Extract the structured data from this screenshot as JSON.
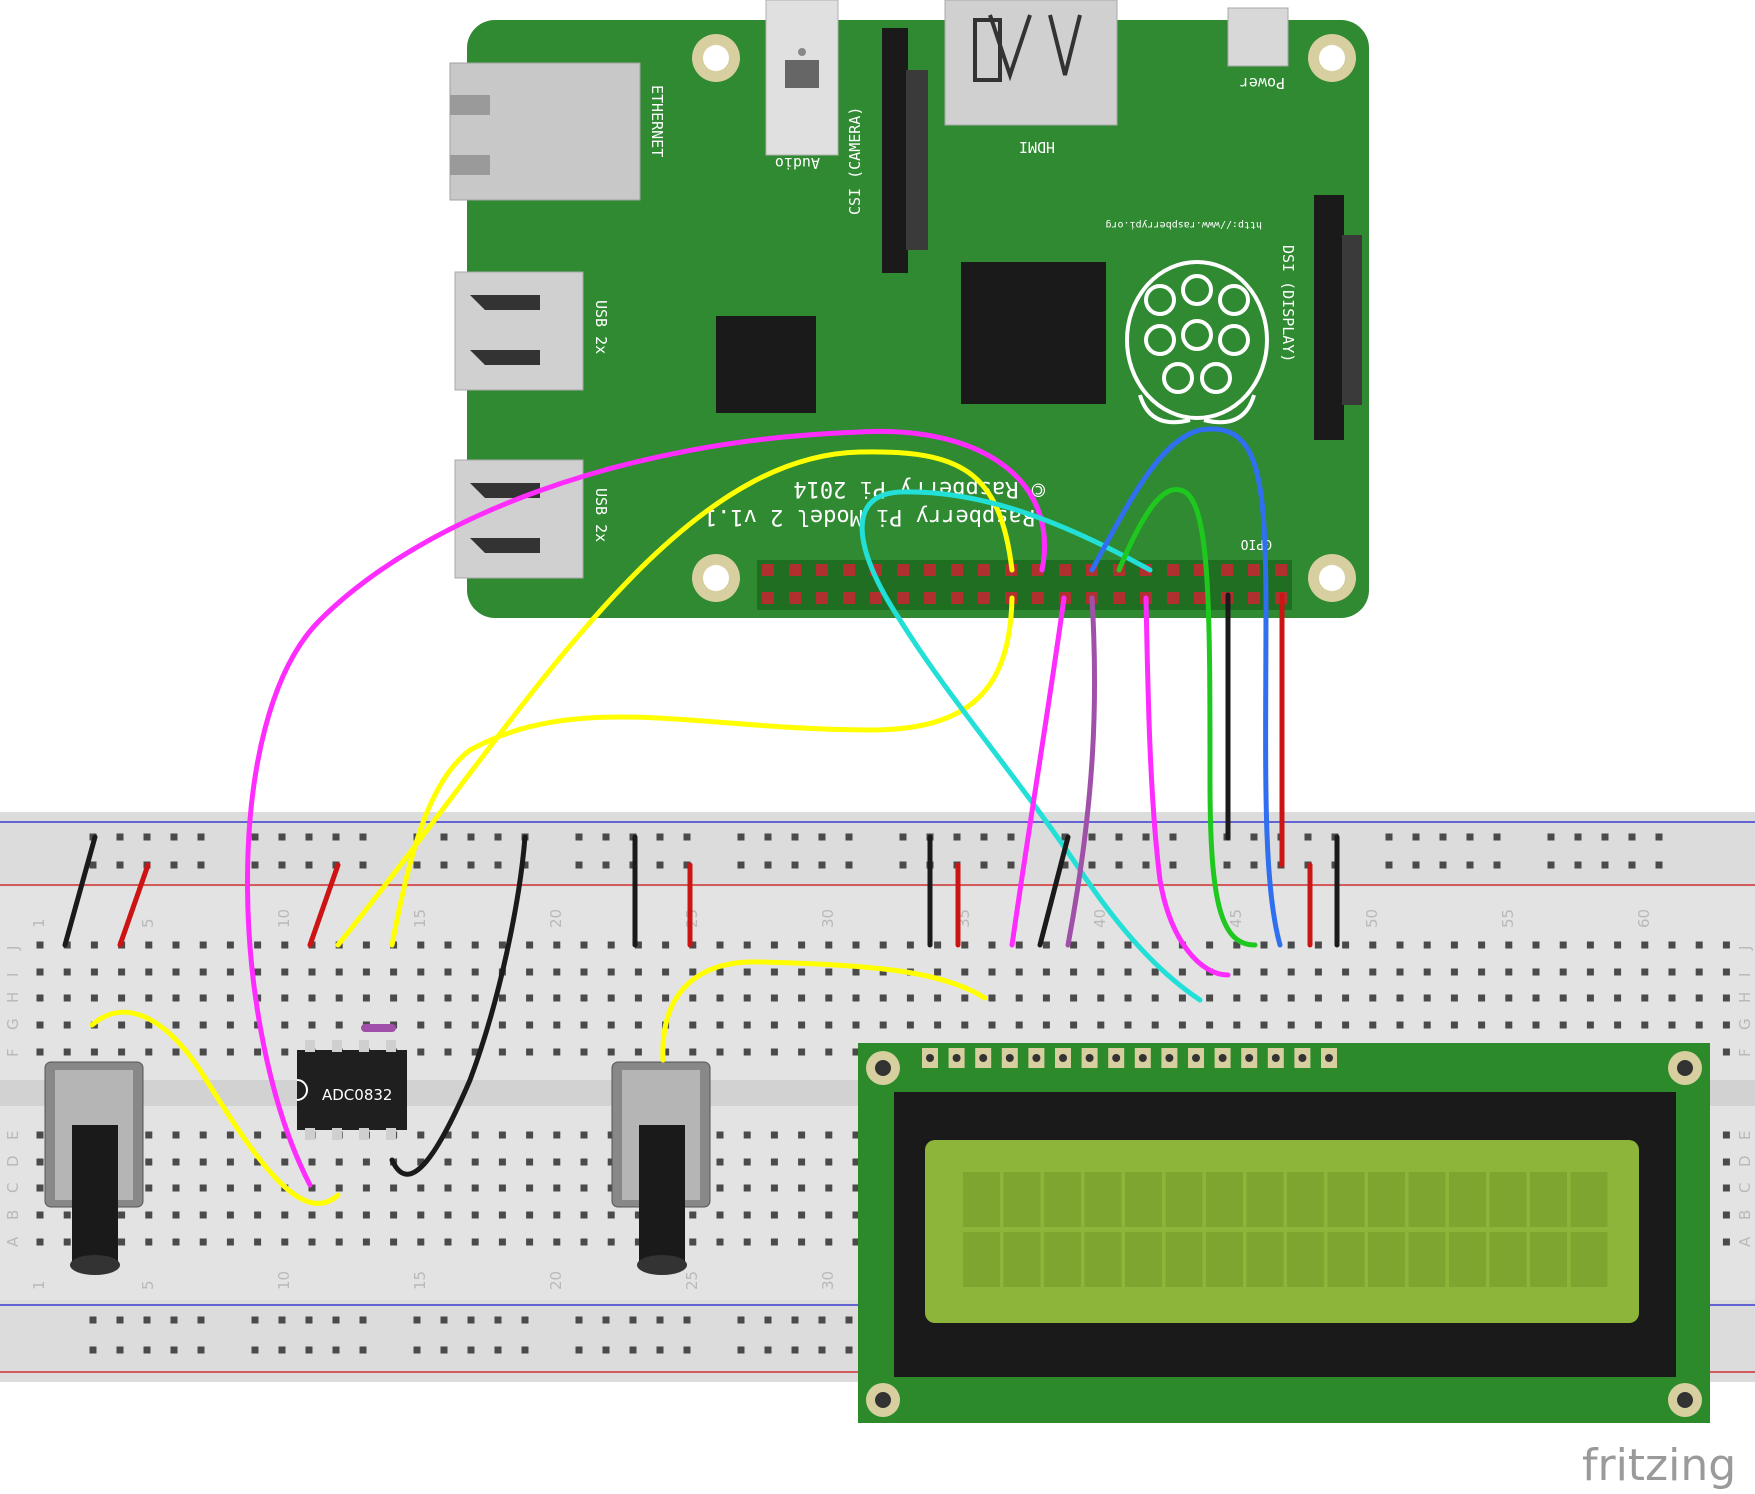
{
  "pi": {
    "ethernet": "ETHERNET",
    "audio": "Audio",
    "camera": "CSI (CAMERA)",
    "hdmi": "HDMI",
    "power": "Power",
    "usb_top": "USB 2x",
    "usb_bottom": "USB 2x",
    "display": "DSI (DISPLAY)",
    "url": "http://www.raspberrypi.org",
    "model": "Raspberry Pi Model 2 v1.1",
    "copyright": "© Raspberry Pi 2014",
    "gpio": "GPIO"
  },
  "chip": {
    "label": "ADC0832"
  },
  "breadboard": {
    "column_numbers": [
      "1",
      "5",
      "10",
      "15",
      "20",
      "25",
      "30",
      "35",
      "40",
      "45",
      "50",
      "55",
      "60"
    ],
    "row_letters_top": [
      "J",
      "I",
      "H",
      "G",
      "F"
    ],
    "row_letters_bottom": [
      "E",
      "D",
      "C",
      "B",
      "A"
    ]
  },
  "watermark": "fritzing",
  "colors": {
    "pcb_green": "#2f8a32",
    "breadboard": "#e2e2e2",
    "lcd_pcb": "#2c8a2a",
    "lcd_screen": "#8db53a",
    "wire_magenta": "#ff2cff",
    "wire_yellow": "#ffff00",
    "wire_cyan": "#22e0d8",
    "wire_blue": "#2f6ff0",
    "wire_green": "#1ec81e",
    "wire_black": "#1a1a1a",
    "wire_red": "#cc1414",
    "wire_purple": "#a050a8"
  }
}
